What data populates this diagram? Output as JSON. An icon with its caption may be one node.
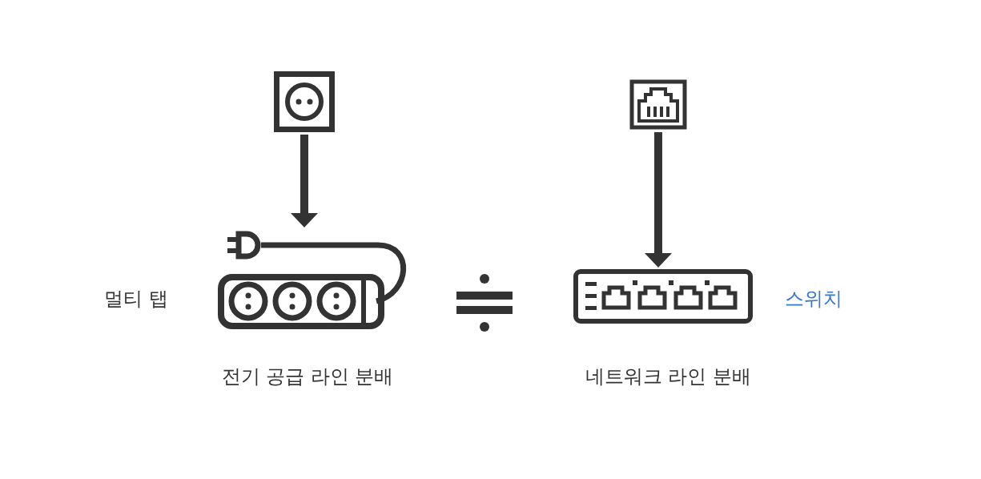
{
  "diagram": {
    "nodes": [
      {
        "text": [],
        "shape": "socket"
      },
      {
        "text": [],
        "shape": "power-strip",
        "beside": [
          "멀티 탭",
          "전기 공급 라인 분배"
        ]
      },
      {
        "text": [],
        "shape": "jack"
      },
      {
        "text": [],
        "shape": "switch",
        "beside": [
          "스위치",
          "네트워크 라인 분배"
        ]
      }
    ],
    "edges": [
      {
        "from": 0,
        "to": 1,
        "arrow": "to"
      },
      {
        "from": 2,
        "to": 3,
        "arrow": "to"
      }
    ]
  }
}
